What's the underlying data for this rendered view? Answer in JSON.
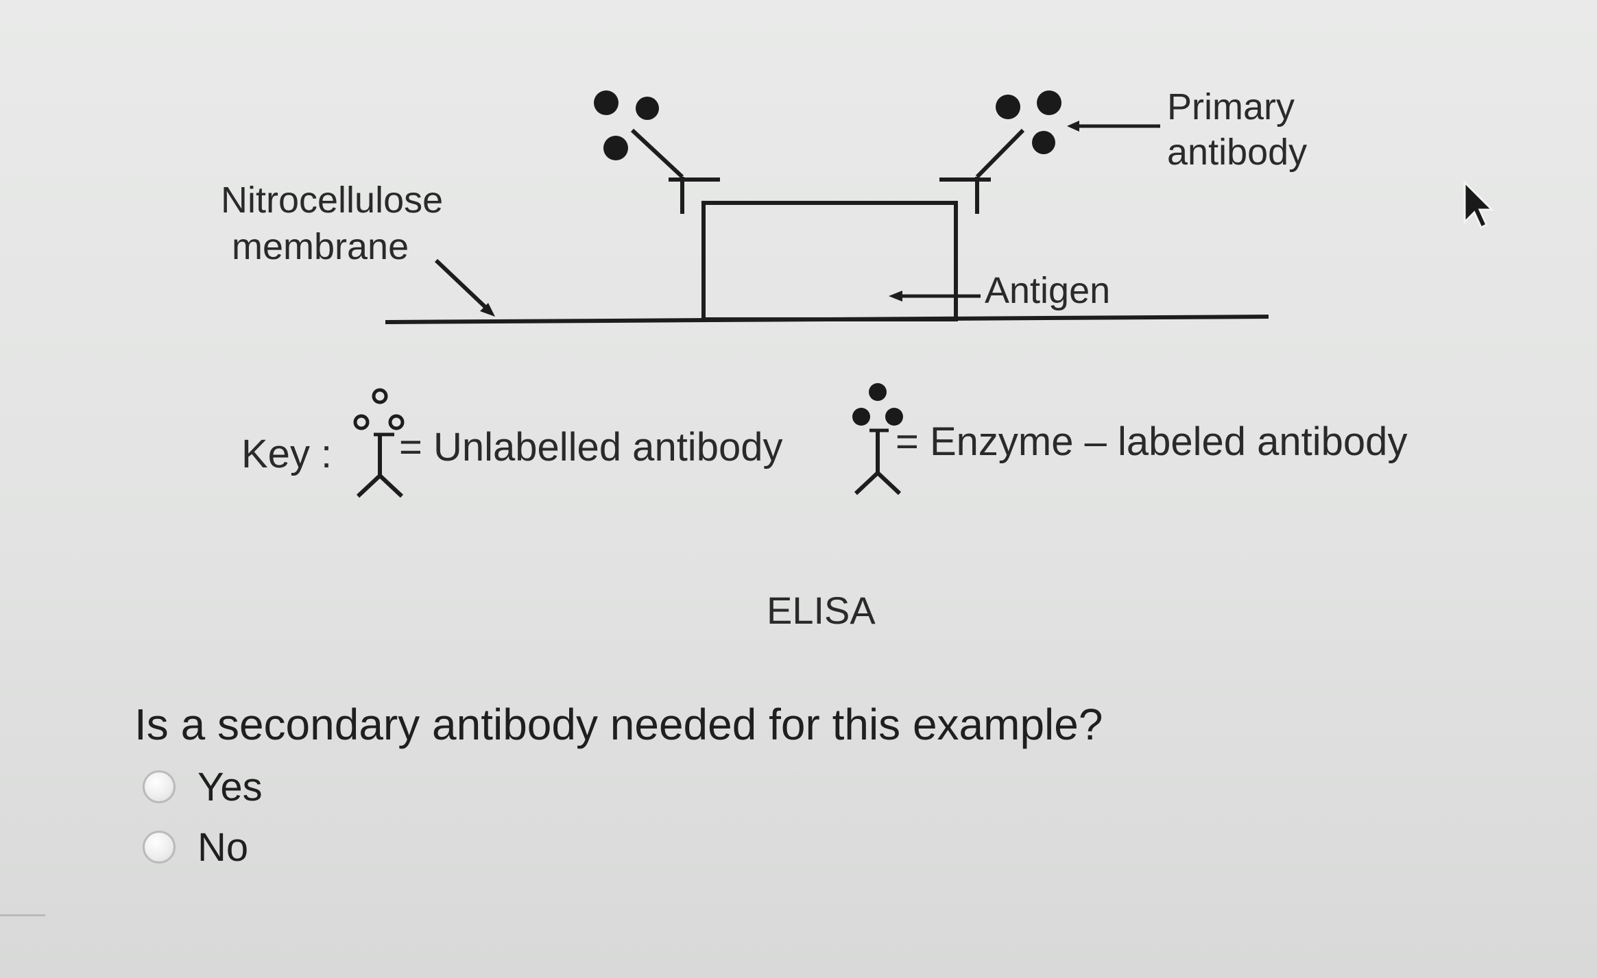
{
  "diagram": {
    "label_membrane_line1": "Nitrocellulose",
    "label_membrane_line2": "membrane",
    "label_primary_line1": "Primary",
    "label_primary_line2": "antibody",
    "label_antigen": "Antigen",
    "key_label": "Key :",
    "key_unlabelled": "= Unlabelled antibody",
    "key_enzyme": "= Enzyme – labeled antibody",
    "title": "ELISA"
  },
  "question": {
    "text": "Is a secondary antibody needed for this example?",
    "options": [
      {
        "label": "Yes",
        "selected": false
      },
      {
        "label": "No",
        "selected": false
      }
    ]
  },
  "colors": {
    "background": "#e6e7e6",
    "ink": "#1c1c1c",
    "radio_border": "#b9bab9"
  },
  "icons": {
    "cursor": "mouse-pointer-icon"
  }
}
